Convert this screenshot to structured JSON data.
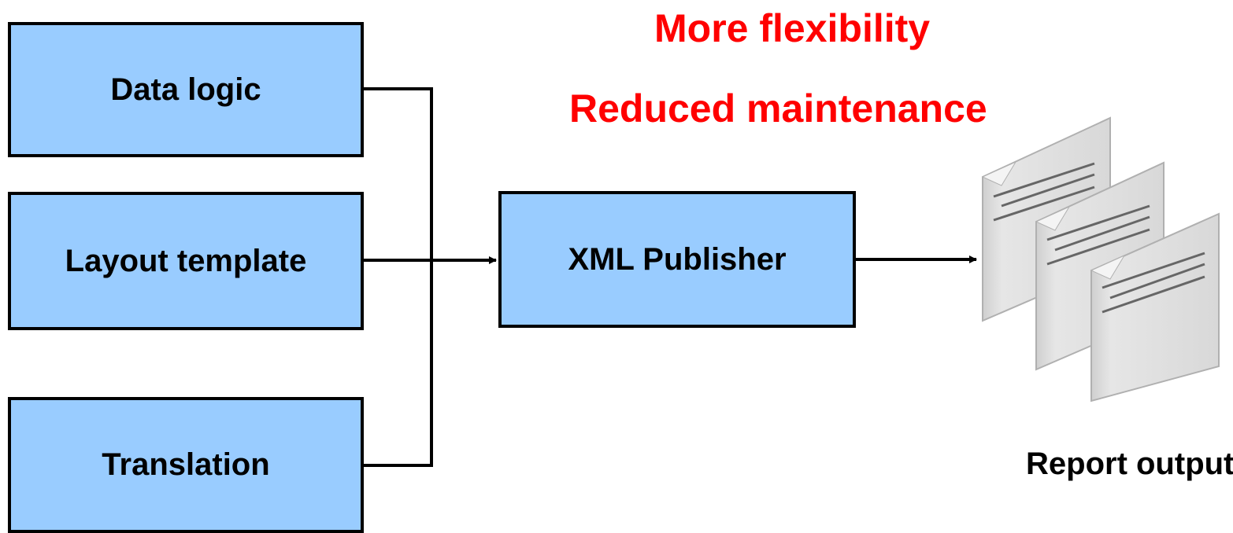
{
  "boxes": {
    "data_logic": "Data logic",
    "layout_template": "Layout template",
    "translation": "Translation",
    "xml_publisher": "XML Publisher"
  },
  "benefits": {
    "line1": "More flexibility",
    "line2": "Reduced maintenance"
  },
  "output": {
    "label": "Report output",
    "icon": "document-stack-icon"
  },
  "colors": {
    "box_fill": "#99ccff",
    "benefit_text": "#ff0000",
    "line": "#000000"
  }
}
